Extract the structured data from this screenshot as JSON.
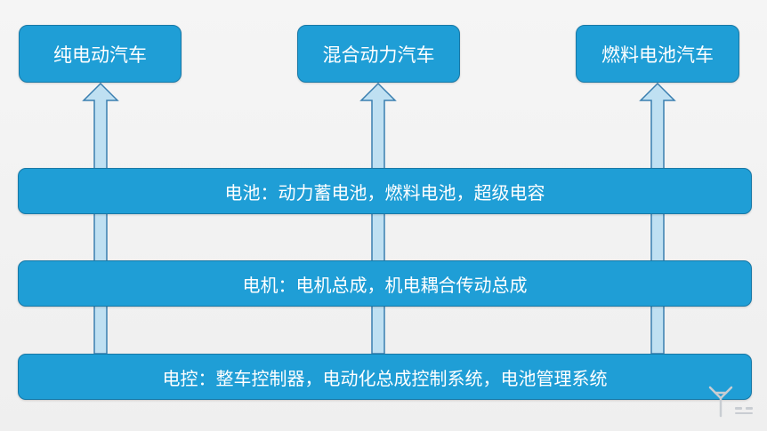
{
  "vehicles": {
    "ev": "纯电动汽车",
    "hybrid": "混合动力汽车",
    "fuel_cell": "燃料电池汽车"
  },
  "tech_layers": {
    "battery": "电池：动力蓄电池，燃料电池，超级电容",
    "motor": "电机：电机总成，机电耦合传动总成",
    "control": "电控：整车控制器，电动化总成控制系统，电池管理系统"
  },
  "colors": {
    "box_fill": "#1f9ed6",
    "box_border": "#1878a6",
    "arrow_fill": "#bfe0f2",
    "arrow_stroke": "#3a7fb0",
    "background": "#f2f2f2"
  },
  "watermark": {
    "icon": "watermark-logo-icon"
  }
}
